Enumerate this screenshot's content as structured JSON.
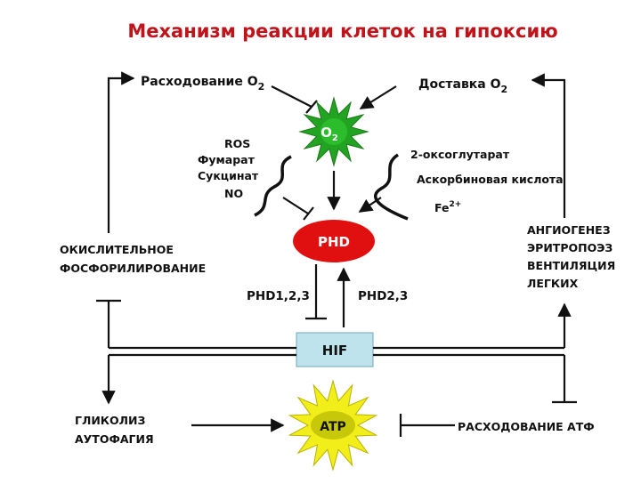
{
  "title": "Механизм реакции клеток на гипоксию",
  "colors": {
    "title": "#c0141a",
    "o2_star": "#22a322",
    "phd_ellipse": "#e01010",
    "hif_box": "#bfe3ec",
    "atp_star": "#f2ee1a"
  },
  "top": {
    "consumption": "Расходование O",
    "consumption_sub": "2",
    "delivery": "Доставка O",
    "delivery_sub": "2"
  },
  "o2_star": {
    "label": "O",
    "sub": "2"
  },
  "left_factors": [
    "ROS",
    "Фумарат",
    "Сукцинат",
    "NO"
  ],
  "right_factors": {
    "items": [
      "2-оксоглутарат",
      "Аскорбиновая кислота"
    ],
    "fe": "Fe",
    "fe_sup": "2+"
  },
  "phd": {
    "label": "PHD"
  },
  "phd_left": "PHD1,2,3",
  "phd_right": "PHD2,3",
  "hif": {
    "label": "HIF"
  },
  "oxidative": [
    "ОКИСЛИТЕЛЬНОЕ",
    "ФОСФОРИЛИРОВАНИЕ"
  ],
  "angiogenesis": [
    "АНГИОГЕНЕЗ",
    "ЭРИТРОПОЭЗ",
    "ВЕНТИЛЯЦИЯ",
    "ЛЕГКИХ"
  ],
  "glycolysis": [
    "ГЛИКОЛИЗ",
    "АУТОФАГИЯ"
  ],
  "atp": {
    "label": "ATP"
  },
  "atp_consumption": "РАСХОДОВАНИЕ АТФ"
}
